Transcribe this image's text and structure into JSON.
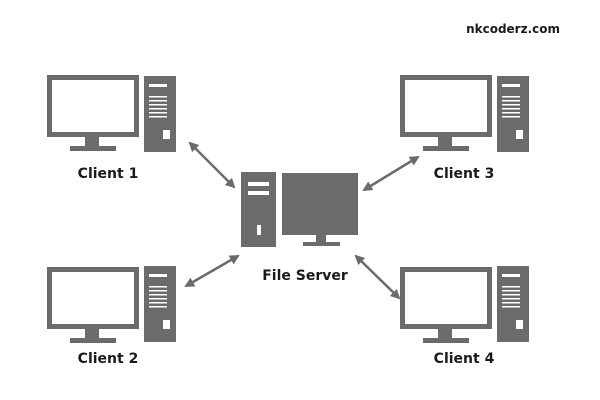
{
  "brand": "nkcoderz.com",
  "nodes": {
    "client1": "Client 1",
    "client2": "Client 2",
    "client3": "Client 3",
    "client4": "Client 4",
    "server": "File Server"
  },
  "colors": {
    "device": "#6b6b6b",
    "screen": "#ffffff",
    "arrow": "#6b6b6b",
    "text": "#1a1a1a"
  },
  "icons": [
    "desktop-computer-icon",
    "server-computer-icon",
    "bidirectional-arrow-icon"
  ]
}
